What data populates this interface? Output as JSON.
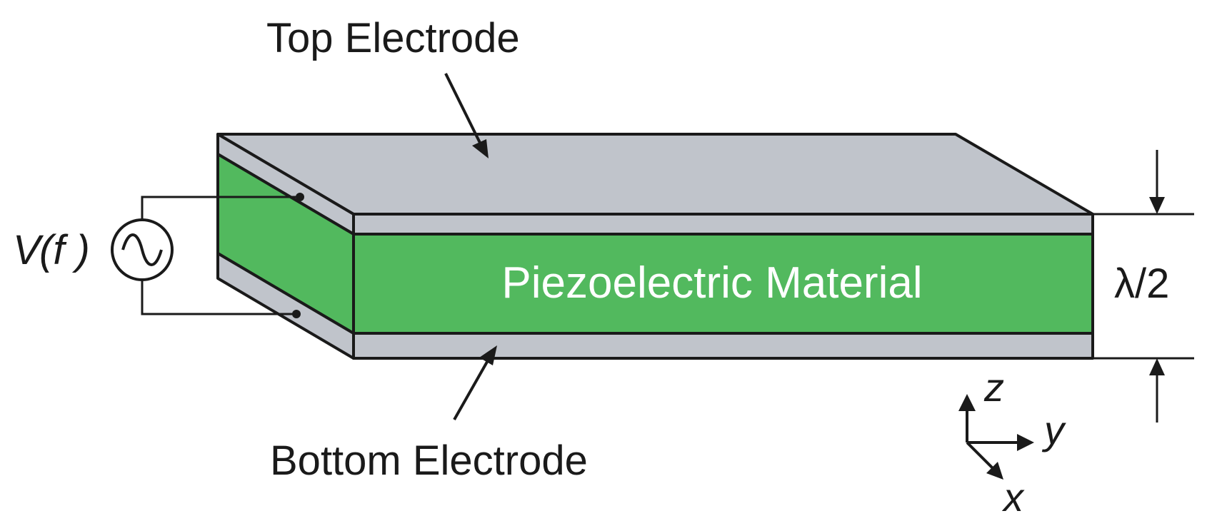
{
  "labels": {
    "top_electrode": "Top Electrode",
    "bottom_electrode": "Bottom Electrode",
    "material": "Piezoelectric Material",
    "source_V": "V",
    "source_f": "(f )",
    "thickness": "λ/2",
    "axis_z": "z",
    "axis_y": "y",
    "axis_x": "x"
  },
  "colors": {
    "electrode": "#c0c4cb",
    "piezo": "#52b95e",
    "outline": "#1a1a1a",
    "background": "#ffffff"
  },
  "icons": {
    "ac_source": "ac-sine-source-icon"
  }
}
